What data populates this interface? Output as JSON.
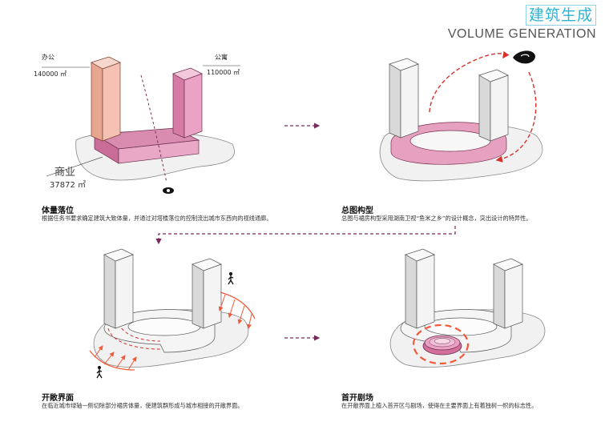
{
  "header": {
    "title_cn": "建筑生成",
    "title_en": "VOLUME GENERATION"
  },
  "panels": [
    {
      "heading": "体量落位",
      "desc": "根据任务书要求确定建筑大致体量，并通过对塔楼落位的控制流出城市东西向的视线通廊。",
      "labels": {
        "office": "办公",
        "office_area": "140000 ㎡",
        "apartment": "公寓",
        "apartment_area": "110000 ㎡",
        "commercial": "商业",
        "commercial_area": "37872 ㎡"
      }
    },
    {
      "heading": "总图构型",
      "desc": "总图与裙房构型采用湖南卫视“鱼米之乡”的设计概念，突出设计的特异性。"
    },
    {
      "heading": "开敞界面",
      "desc": "在临近城市绿轴一侧切除部分裙房体量，使建筑群形成与城市相接的开敞界面。"
    },
    {
      "heading": "首开剧场",
      "desc": "在开敞界面上植入首开区与剧场，使得在主要界面上有着独树一帜的标志性。"
    }
  ],
  "colors": {
    "accent_pink": "#e58fb4",
    "arrow_purple": "#7a2a5a",
    "arrow_red": "#d8302a",
    "sun_orange": "#f26a3b",
    "title_blue": "#2bb5d6"
  }
}
